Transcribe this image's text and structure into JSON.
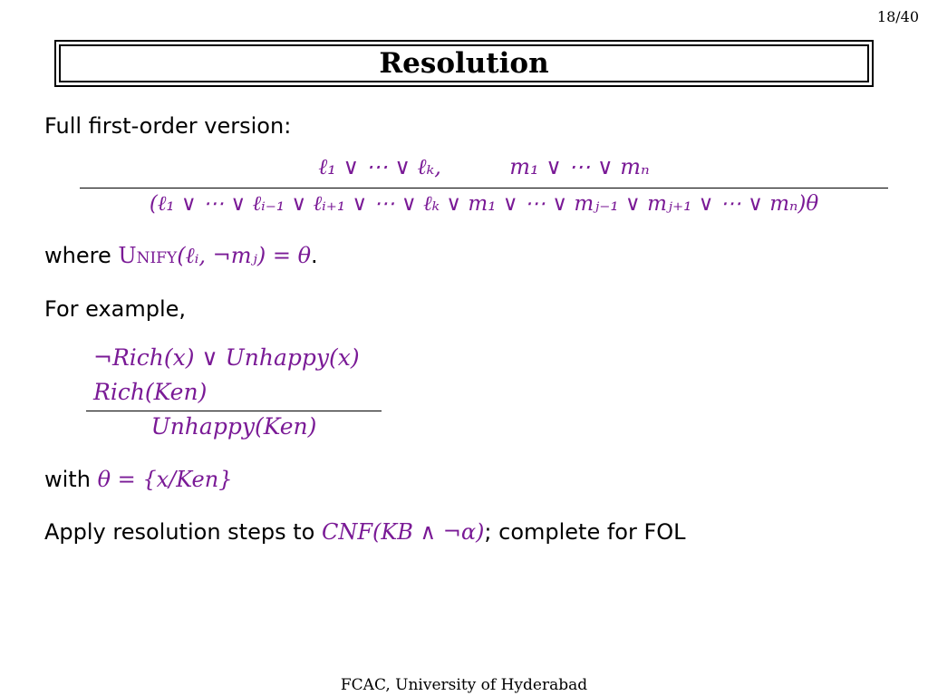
{
  "page_counter": "18/40",
  "title": "Resolution",
  "intro": "Full first-order version:",
  "rule": {
    "premises_left": "ℓ₁ ∨ ⋯ ∨ ℓₖ,",
    "premises_right": "m₁ ∨ ⋯ ∨ mₙ",
    "conclusion": "(ℓ₁ ∨ ⋯ ∨ ℓᵢ₋₁ ∨ ℓᵢ₊₁ ∨ ⋯ ∨ ℓₖ ∨ m₁ ∨ ⋯ ∨ mⱼ₋₁ ∨ mⱼ₊₁ ∨ ⋯ ∨ mₙ)θ"
  },
  "where": {
    "prefix": "where",
    "func": "Unify",
    "args": "(ℓᵢ, ¬mⱼ) = θ",
    "suffix": "."
  },
  "example_intro": "For example,",
  "example": {
    "premise1": "¬Rich(x) ∨ Unhappy(x)",
    "premise2": "Rich(Ken)",
    "conclusion": "Unhappy(Ken)"
  },
  "with": {
    "prefix": "with",
    "math": "θ = {x/Ken}"
  },
  "apply": {
    "prefix": "Apply resolution steps to",
    "math": "CNF(KB ∧ ¬α)",
    "suffix": "; complete for FOL"
  },
  "footer": "FCAC, University of Hyderabad",
  "colors": {
    "math": "#7a1a96",
    "text": "#000000",
    "background": "#ffffff"
  }
}
